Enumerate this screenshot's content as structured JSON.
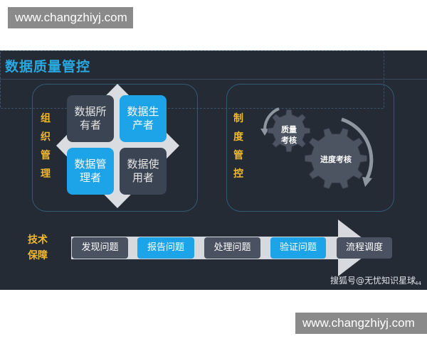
{
  "watermark_top": "www.changzhiyj.com",
  "watermark_bottom": "www.changzhiyj.com",
  "slide": {
    "title": "数据质量管控",
    "org": {
      "label_chars": [
        "组",
        "织",
        "管",
        "理"
      ],
      "quadrants": [
        {
          "text": "数据所\n有者",
          "style": "dark"
        },
        {
          "text": "数据生\n产者",
          "style": "blue"
        },
        {
          "text": "数据管\n理者",
          "style": "blue"
        },
        {
          "text": "数据使\n用者",
          "style": "dark"
        }
      ]
    },
    "system": {
      "label_chars": [
        "制",
        "度",
        "管",
        "控"
      ],
      "gear_small": "质量\n考核",
      "gear_large": "进度考核"
    },
    "tech": {
      "label_lines": [
        "技术",
        "保障"
      ],
      "steps": [
        {
          "text": "发现问题",
          "style": "dark"
        },
        {
          "text": "报告问题",
          "style": "blue"
        },
        {
          "text": "处理问题",
          "style": "dark"
        },
        {
          "text": "验证问题",
          "style": "blue"
        },
        {
          "text": "流程调度",
          "style": "dark"
        }
      ]
    },
    "credit": "搜狐号@无忧知识星球",
    "credit_sub": "44"
  },
  "colors": {
    "background": "#242b35",
    "title": "#29a9e1",
    "label_gold": "#f0b830",
    "accent_blue": "#1ca3e8",
    "dark_box": "#3b4452",
    "gear": "#4c5462"
  },
  "icons": [
    "gear-icon",
    "circular-arrow-icon",
    "process-arrow-icon"
  ]
}
